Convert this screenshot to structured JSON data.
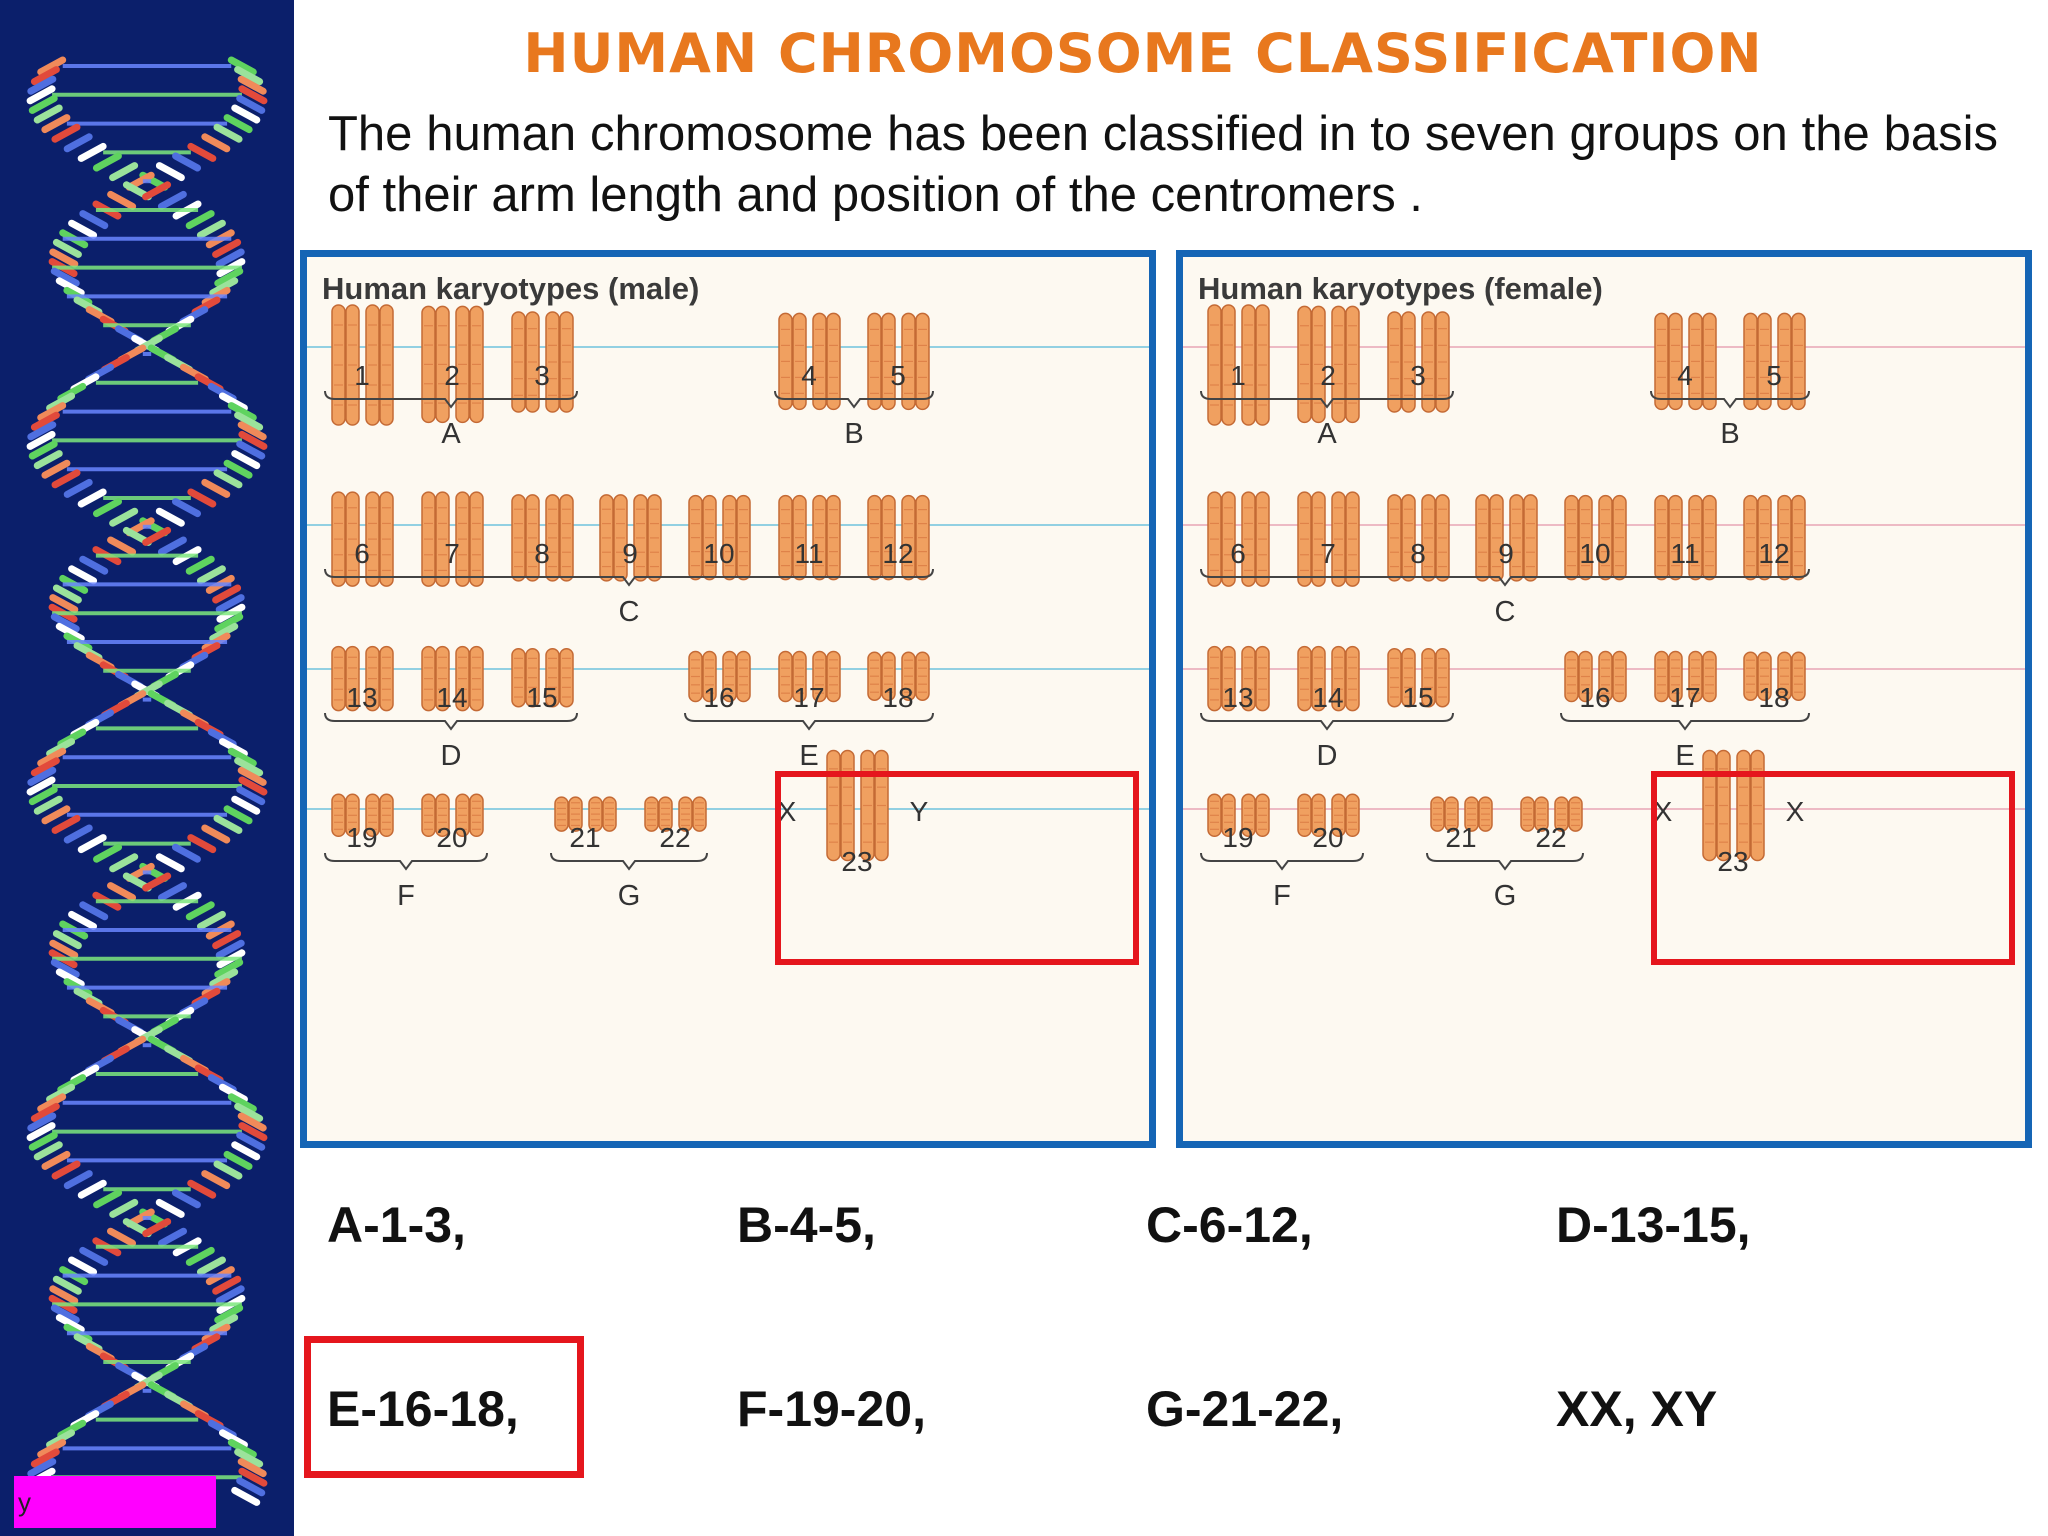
{
  "title": "HUMAN CHROMOSOME CLASSIFICATION",
  "intro": "The human chromosome has been classified in to seven groups on the basis of their arm length and position of the  centromers .",
  "footer_tag": "y",
  "colors": {
    "sidebar": "#0b1f6b",
    "title": "#e8781e",
    "panel_border": "#1565b5",
    "highlight": "#e5161d",
    "chromosome": "#f0a060",
    "male_line": "#6ec3de",
    "female_line": "#e8a5b5"
  },
  "male": {
    "title": "Human karyotypes (male)",
    "rows": [
      {
        "chromosomes": [
          "1",
          "2",
          "3",
          "4",
          "5"
        ],
        "groups": [
          "A",
          "B"
        ]
      },
      {
        "chromosomes": [
          "6",
          "7",
          "8",
          "9",
          "10",
          "11",
          "12"
        ],
        "groups": [
          "C"
        ]
      },
      {
        "chromosomes": [
          "13",
          "14",
          "15",
          "16",
          "17",
          "18"
        ],
        "groups": [
          "D",
          "E"
        ]
      },
      {
        "chromosomes": [
          "19",
          "20",
          "21",
          "22",
          "23"
        ],
        "groups": [
          "F",
          "G"
        ]
      }
    ],
    "sex_labels": [
      "X",
      "Y"
    ]
  },
  "female": {
    "title": "Human karyotypes (female)",
    "rows": [
      {
        "chromosomes": [
          "1",
          "2",
          "3",
          "4",
          "5"
        ],
        "groups": [
          "A",
          "B"
        ]
      },
      {
        "chromosomes": [
          "6",
          "7",
          "8",
          "9",
          "10",
          "11",
          "12"
        ],
        "groups": [
          "C"
        ]
      },
      {
        "chromosomes": [
          "13",
          "14",
          "15",
          "16",
          "17",
          "18"
        ],
        "groups": [
          "D",
          "E"
        ]
      },
      {
        "chromosomes": [
          "19",
          "20",
          "21",
          "22",
          "23"
        ],
        "groups": [
          "F",
          "G"
        ]
      }
    ],
    "sex_labels": [
      "X",
      "X"
    ]
  },
  "groups_list": [
    "A-1-3,",
    "B-4-5,",
    "C-6-12,",
    "D-13-15,",
    "E-16-18,",
    "F-19-20,",
    "G-21-22,",
    "XX, XY"
  ]
}
